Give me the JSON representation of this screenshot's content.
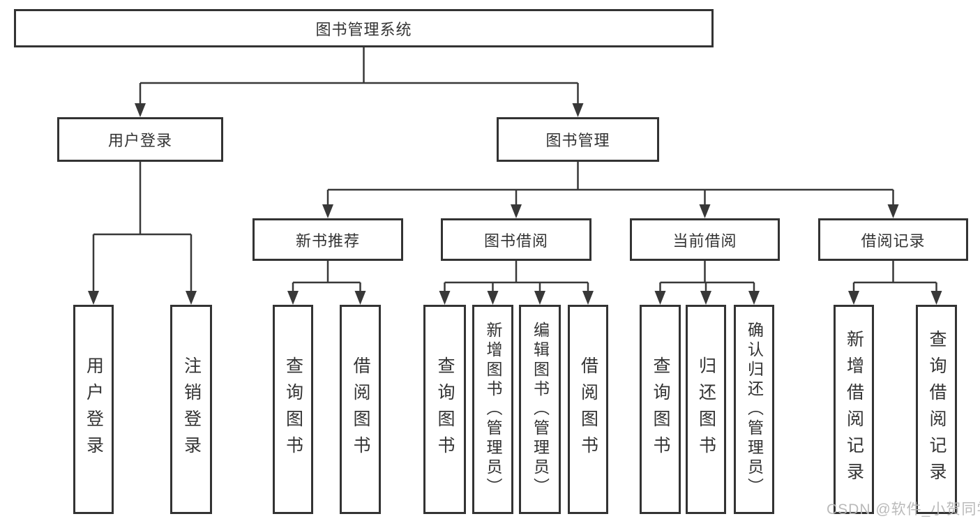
{
  "diagram": {
    "root": {
      "label": "图书管理系统"
    },
    "user_branch": {
      "label": "用户登录",
      "children": [
        {
          "label": "用户登录"
        },
        {
          "label": "注销登录"
        }
      ]
    },
    "book_branch": {
      "label": "图书管理",
      "sections": [
        {
          "label": "新书推荐",
          "children": [
            {
              "label": "查询图书"
            },
            {
              "label": "借阅图书"
            }
          ]
        },
        {
          "label": "图书借阅",
          "children": [
            {
              "label": "查询图书"
            },
            {
              "label": "新增图书（管理员）"
            },
            {
              "label": "编辑图书（管理员）"
            },
            {
              "label": "借阅图书"
            }
          ]
        },
        {
          "label": "当前借阅",
          "children": [
            {
              "label": "查询图书"
            },
            {
              "label": "归还图书"
            },
            {
              "label": "确认归还（管理员）"
            }
          ]
        },
        {
          "label": "借阅记录",
          "children": [
            {
              "label": "新增借阅记录"
            },
            {
              "label": "查询借阅记录"
            }
          ]
        }
      ]
    }
  },
  "watermark": "CSDN @软件_小贺同学",
  "colors": {
    "line": "#383838",
    "box_border": "#333333",
    "text": "#333333",
    "watermark": "#b6b6b6"
  }
}
